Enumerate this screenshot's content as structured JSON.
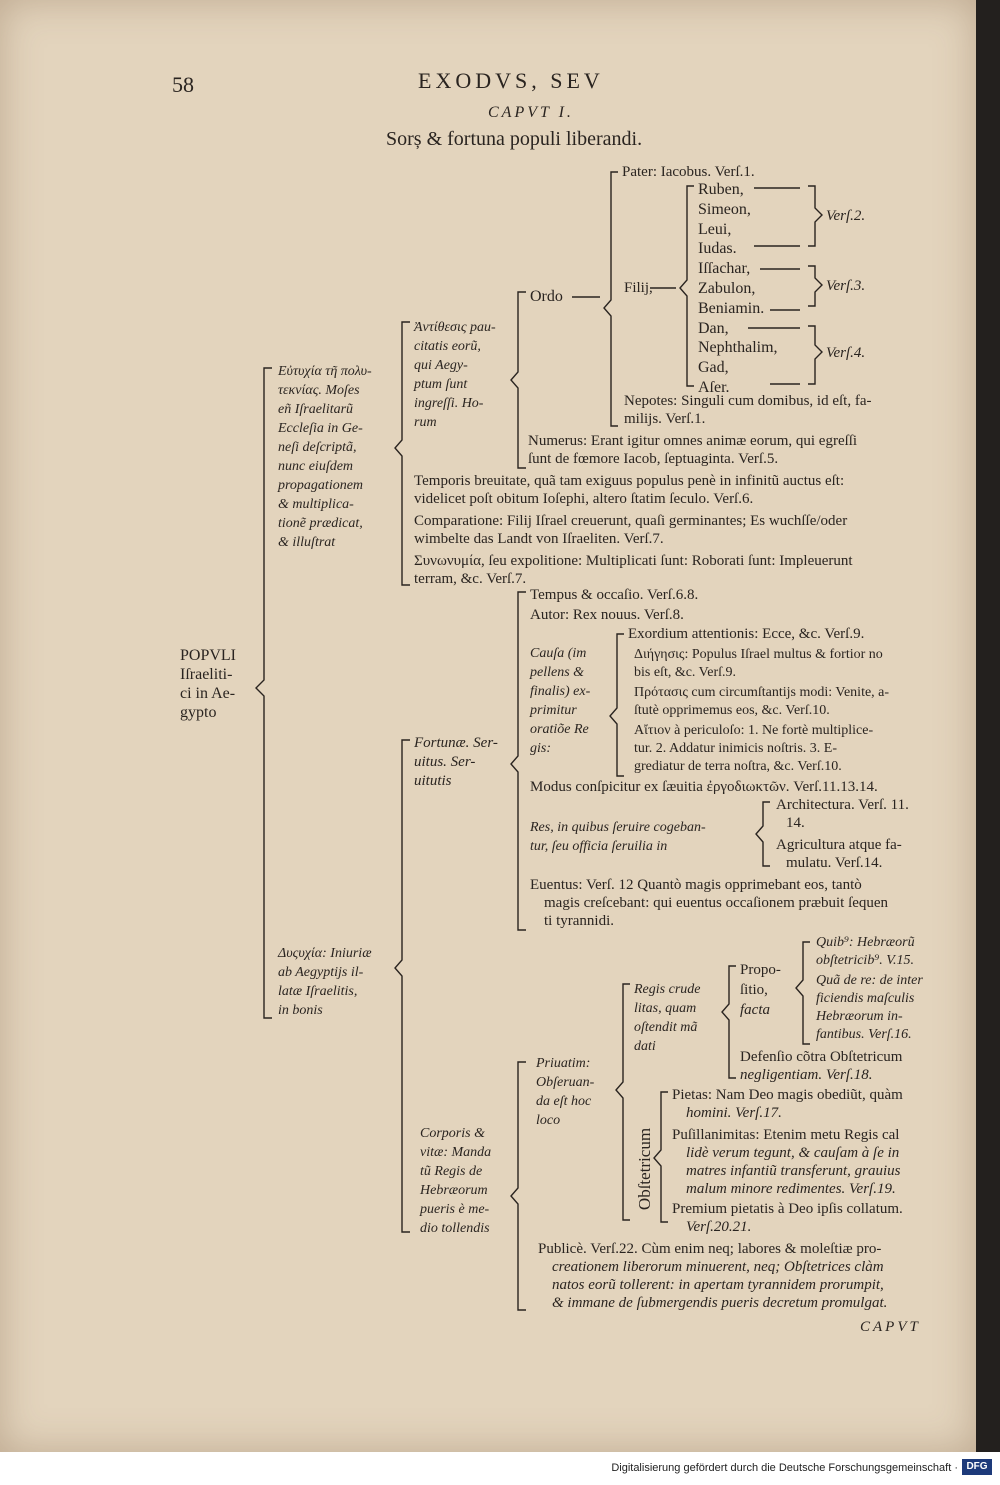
{
  "header": {
    "page_number": "58",
    "running_head": "EXODVS, SEV",
    "chapter": "CAPVT I.",
    "title": "Sorș & fortuna populi liberandi."
  },
  "root": {
    "lines": [
      "POPVLI",
      "Iſraeliti-",
      "ci in Ae-",
      "gypto"
    ]
  },
  "left_a": {
    "lines": [
      "Εὐτυχία τῆ πολυ-",
      "τεκνίας. Moſes",
      "eñ Iſraelitarũ",
      "Eccleſia in Ge-",
      "neſi deſcriptã,",
      "nunc eiuſdem",
      "propagationem",
      "& multiplica-",
      "tionẽ prædicat,",
      "& illuſtrat"
    ]
  },
  "left_b": {
    "lines": [
      "Δυςυχία: Iniuriæ",
      "ab Aegyptijs il-",
      "latæ Iſraelitis,",
      "in bonis"
    ]
  },
  "antithesis": {
    "lines": [
      "Ἀντίθεσις pau-",
      "citatis eorũ,",
      "qui Aegy-",
      "ptum ſunt",
      "ingreſſi. Ho-",
      "rum"
    ]
  },
  "ordo": "Ordo",
  "pater": "Pater: Iacobus. Verſ.1.",
  "filij": "Filij,",
  "sons": [
    "Ruben,",
    "Simeon,",
    "Leui,",
    "Iudas.",
    "Iſſachar,",
    "Zabulon,",
    "Beniamin.",
    "Dan,",
    "Nephthalim,",
    "Gad,",
    "Aſer."
  ],
  "vers_groups": [
    "Verſ.2.",
    "Verſ.3.",
    "Verſ.4."
  ],
  "nepotes": [
    "Nepotes: Singuli cum domibus, id eſt, fa-",
    "milijs. Verſ.1."
  ],
  "numerus": [
    "Numerus: Erant igitur omnes animæ eorum, qui egreſſi",
    "ſunt de fœmore Iacob, ſeptuaginta. Verſ.5."
  ],
  "temporis": [
    "Temporis breuitate, quã tam exiguus populus penè in infinitũ auctus eſt:",
    "videlicet poſt obitum Ioſephi, altero ſtatim ſeculo. Verſ.6."
  ],
  "comparatione": [
    "Comparatione: Filij Iſrael creuerunt, quaſi germinantes; Es wuchſſe/oder",
    "wimbelte das Landt von Iſraeliten. Verſ.7."
  ],
  "synonymia": [
    "Συνωνυμία, ſeu expolitione: Multiplicati ſunt: Roborati ſunt: Impleuerunt",
    "terram, &c. Verſ.7."
  ],
  "fortunae": {
    "lines": [
      "Fortunæ. Ser-",
      "uitus. Ser-",
      "uitutis"
    ]
  },
  "tempus": "Tempus & occaſio. Verſ.6.8.",
  "autor": "Autor: Rex nouus. Verſ.8.",
  "causa": {
    "lines": [
      "Cauſa (im",
      "pellens &",
      "finalis) ex-",
      "primitur",
      "oratiõe Re",
      "gis:"
    ]
  },
  "exordium": "Exordium attentionis: Ecce, &c. Verſ.9.",
  "dihegesis": [
    "Διήγησις: Populus Iſrael multus & fortior no",
    "bis eſt, &c. Verſ.9."
  ],
  "protasis": [
    "Πρότασις cum circumſtantijs modi: Venite, a-",
    "ſtutè opprimemus eos, &c. Verſ.10."
  ],
  "aition": [
    "Αἴτιον à periculoſo: 1. Ne fortè multiplice-",
    "tur. 2. Addatur inimicis noſtris. 3. E-",
    "grediatur de terra noſtra, &c. Verſ.10."
  ],
  "modus": "Modus conſpicitur ex ſæuitia ἐργοδιωκτῶν. Verſ.11.13.14.",
  "res": {
    "lines": [
      "Res, in quibus ſeruire cogeban-",
      "tur, ſeu officia ſeruilia in"
    ]
  },
  "architectura": [
    "Architectura. Verſ. 11.",
    "14."
  ],
  "agricultura": [
    "Agricultura atque fa-",
    "mulatu. Verſ.14."
  ],
  "euentus": [
    "Euentus: Verſ. 12 Quantò magis opprimebant eos, tantò",
    "magis creſcebant: qui euentus occaſionem præbuit ſequen",
    "ti tyrannidi."
  ],
  "corporis": {
    "lines": [
      "Corporis &",
      "vitæ: Manda",
      "tũ Regis de",
      "Hebræorum",
      "pueris è me-",
      "dio tollendis"
    ]
  },
  "priuatim": {
    "lines": [
      "Priuatim:",
      "Obſeruan-",
      "da eſt hoc",
      "loco"
    ]
  },
  "regis": {
    "lines": [
      "Regis crude",
      "litas, quam",
      "oſtendit mã",
      "dati"
    ]
  },
  "propositio": {
    "lines": [
      "Propo-",
      "ſitio,",
      "facta"
    ]
  },
  "quib": [
    "Quib⁹: Hebræorũ",
    "obſtetricib⁹. V.15."
  ],
  "qua": [
    "Quã de re: de inter",
    "ficiendis maſculis",
    "Hebræorum in-",
    "fantibus. Verſ.16."
  ],
  "defensio": [
    "Defenſio cõtra Obſtetricum",
    "negligentiam. Verſ.18."
  ],
  "obstetricum": "Obſtetricum",
  "pietas": [
    "Pietas: Nam Deo magis obediũt, quàm",
    "homini. Verſ.17."
  ],
  "pusillanimitas": [
    "Puſillanimitas: Etenim metu Regis cal",
    "lidè verum tegunt, & cauſam à ſe in",
    "matres infantiũ transferunt, grauius",
    "malum minore redimentes. Verſ.19."
  ],
  "premium": [
    "Premium pietatis à Deo ipſis collatum.",
    "Verſ.20.21."
  ],
  "publice": [
    "Publicè. Verſ.22. Cùm enim neq; labores & moleſtiæ pro-",
    "creationem liberorum minuerent, neq; Obſtetrices clàm",
    "natos eorũ tollerent: in apertam tyrannidem prorumpit,",
    "& immane de ſubmergendis pueris decretum promulgat."
  ],
  "catchword": "CAPVT",
  "footer": {
    "text": "Digitalisierung gefördert durch die Deutsche Forschungsgemeinschaft ·",
    "logo": "DFG"
  }
}
